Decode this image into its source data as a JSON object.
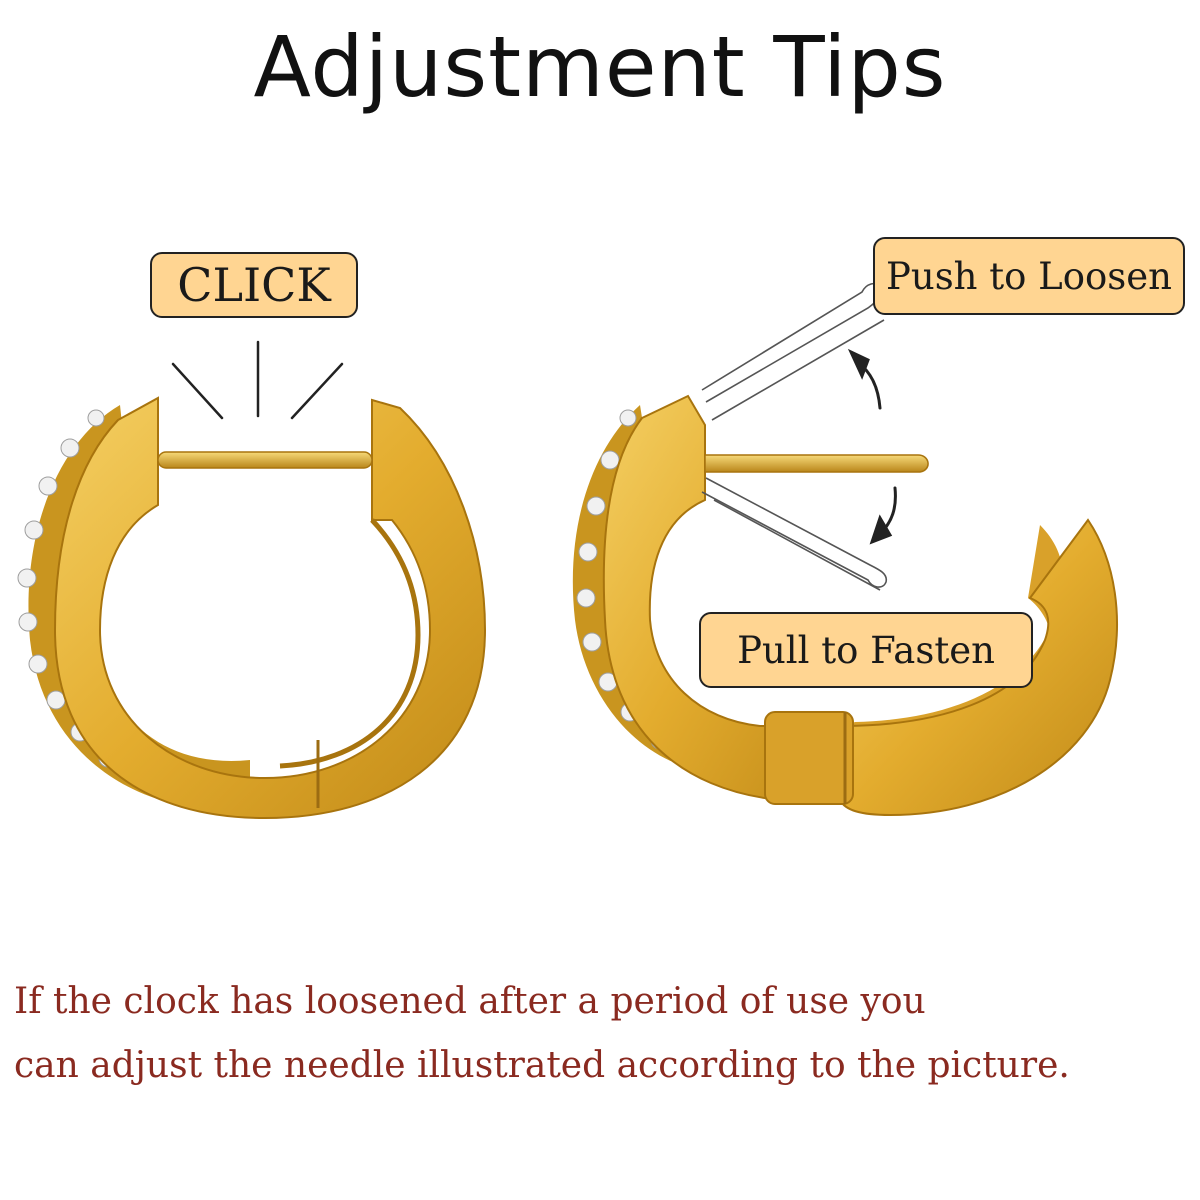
{
  "title": "Adjustment Tips",
  "labels": {
    "click": "CLICK",
    "push": "Push to Loosen",
    "pull": "Pull to Fasten"
  },
  "instructions": {
    "line1": "If the clock has loosened after a period of use you",
    "line2": "can adjust the needle illustrated according to the picture."
  },
  "colors": {
    "gold": "#e9b53a",
    "gold_dark": "#b98416",
    "label_fill": "#ffd592",
    "instruction_text": "#8a2a20"
  },
  "icons": [
    "closed-hoop-earring-icon",
    "open-hoop-earring-icon",
    "curved-arrow-icon"
  ]
}
